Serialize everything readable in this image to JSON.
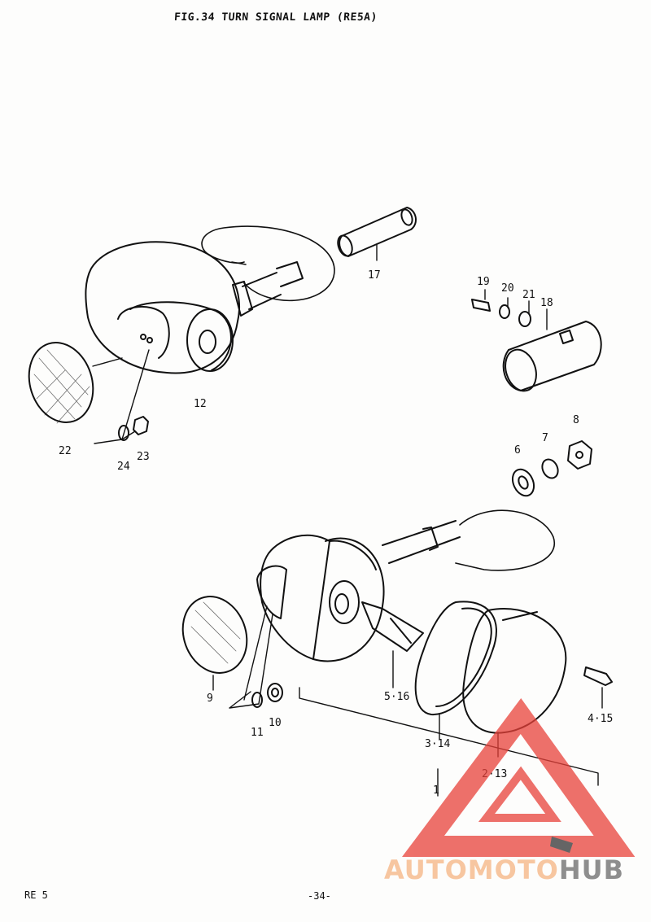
{
  "figure": {
    "title": "FIG.34  TURN SIGNAL LAMP (RE5A)",
    "footer_left": "RE 5",
    "page_number": "-34-"
  },
  "callouts": [
    "1",
    "2·13",
    "3·14",
    "4·15",
    "5·16",
    "6",
    "7",
    "8",
    "9",
    "10",
    "11",
    "12",
    "17",
    "18",
    "19",
    "20",
    "21",
    "22",
    "23",
    "24"
  ],
  "watermark": {
    "brand_part1": "AUTOMOTO",
    "brand_part2": "HUB",
    "colors": {
      "red": "#e8413a",
      "orange": "#f7c6a0",
      "gray": "#8e8e8e"
    }
  },
  "colors": {
    "ink": "#111111",
    "paper": "#fdfdfc"
  }
}
